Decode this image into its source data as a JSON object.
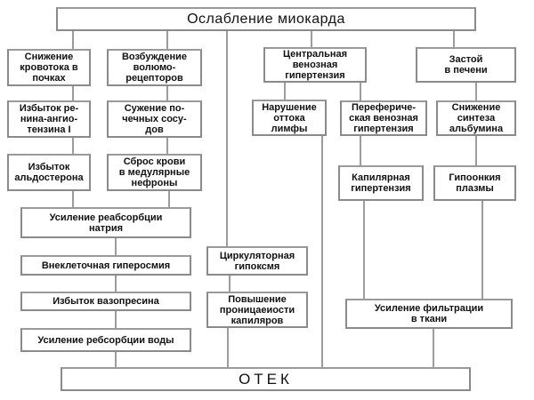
{
  "title": "Ослабление миокарда",
  "boxes": {
    "kidney_flow": "Снижение\nкровотока в\nпочках",
    "volume_receptors": "Возбуждение\nволюмо-\nрецепторов",
    "central_venous": "Центральная\nвенозная\nгипертензия",
    "liver_congestion": "Застой\nв печени",
    "renin": "Избыток ре-\nнина-ангио-\nтензина I",
    "renal_vessels": "Сужение по-\nчечных сосу-\nдов",
    "lymph": "Нарушение\nоттока\nлимфы",
    "peripheral_venous": "Переферичe-\nская венозная\nгипертензия",
    "albumin": "Снижение\nсинтеза\nальбумина",
    "aldosterone": "Избыток\nальдостерона",
    "medullary": "Сброс крови\nв медулярные\nнефроны",
    "capillary": "Капилярная\nгипертензия",
    "hypooncia": "Гипоонкия\nплазмы",
    "sodium": "Усиление  реабсорбции\nнатрия",
    "hyperosmia": "Внеклеточная  гиперосмия",
    "vasopressin": "Избыток  вазопресина",
    "water": "Усиление ребсорбции воды",
    "hypoxia": "Циркуляторная\nгипоксмя",
    "permeability": "Повышение\nпроницаеиости\nкапиляров",
    "filtration": "Усиление  фильтрации\nв ткани"
  },
  "result": "ОТЕК"
}
